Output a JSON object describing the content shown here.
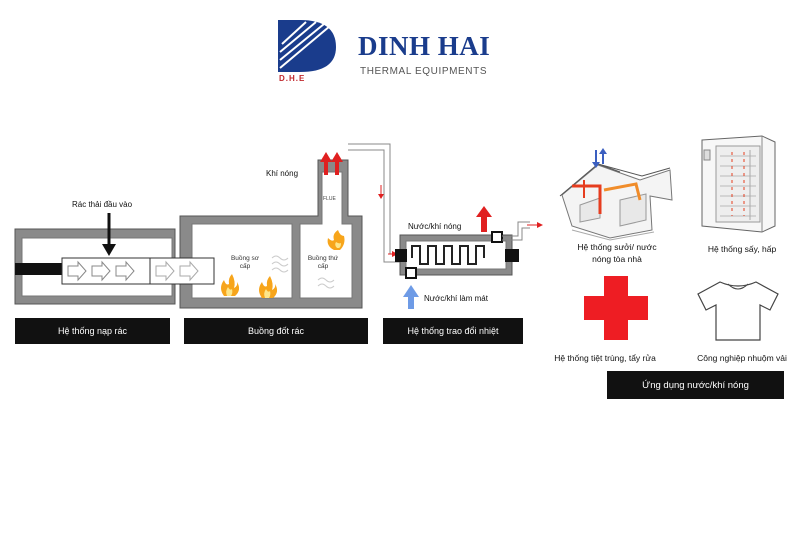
{
  "brand": {
    "name": "DINH HAI",
    "subtitle": "THERMAL EQUIPMENTS",
    "logo_letters": "D.H.E",
    "primary_color": "#1a3c8c",
    "accent_color": "#c0282d"
  },
  "diagram": {
    "inlet_label": "Rác thải đầu vào",
    "hot_gas_label": "Khí nóng",
    "flue_label": "FLUE",
    "primary_chamber": "Buồng sơ cấp",
    "secondary_chamber": "Buồng thứ cấp",
    "hot_water_label": "Nước/khí nóng",
    "cooling_water_label": "Nước/khí làm mát",
    "sections": {
      "feeding": "Hệ thống nạp rác",
      "combustion": "Buồng đốt rác",
      "heat_exchange": "Hệ thống trao đổi nhiệt"
    }
  },
  "applications": {
    "heating": "Hệ thống sưởi/ nước nóng tòa nhà",
    "drying": "Hệ thống sấy, hấp",
    "sterilization": "Hệ thống tiệt trùng, tẩy rửa",
    "dyeing": "Công nghiệp nhuộm vải",
    "title": "Ứng dụng nước/khí nóng"
  }
}
